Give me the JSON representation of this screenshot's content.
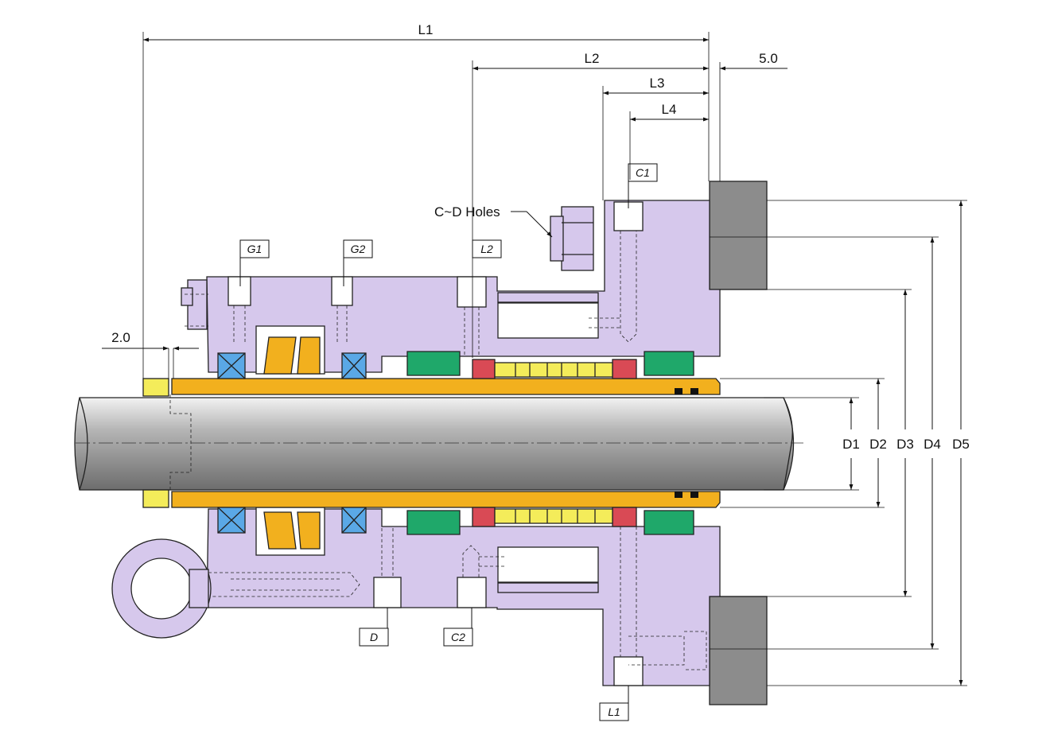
{
  "colors": {
    "housing": "#d6c8ec",
    "sleeve": "#f2b01e",
    "seat": "#1fa86a",
    "face": "#d94a55",
    "spring": "#f4ec5a",
    "bearing": "#f2b01e",
    "lipseal": "#5aa8e6",
    "flange": "#8c8c8c",
    "shaft": "#b8b8b8",
    "collar": "#f4ec5a"
  },
  "dimensions": {
    "L1": "L1",
    "L2": "L2",
    "L3": "L3",
    "L4": "L4",
    "offset_right": "5.0",
    "offset_left": "2.0",
    "D1": "D1",
    "D2": "D2",
    "D3": "D3",
    "D4": "D4",
    "D5": "D5"
  },
  "callouts": {
    "holes": "C~D Holes"
  },
  "port_tags": {
    "G1": "G1",
    "G2": "G2",
    "L2": "L2",
    "C1": "C1",
    "D": "D",
    "C2": "C2",
    "L1": "L1"
  }
}
